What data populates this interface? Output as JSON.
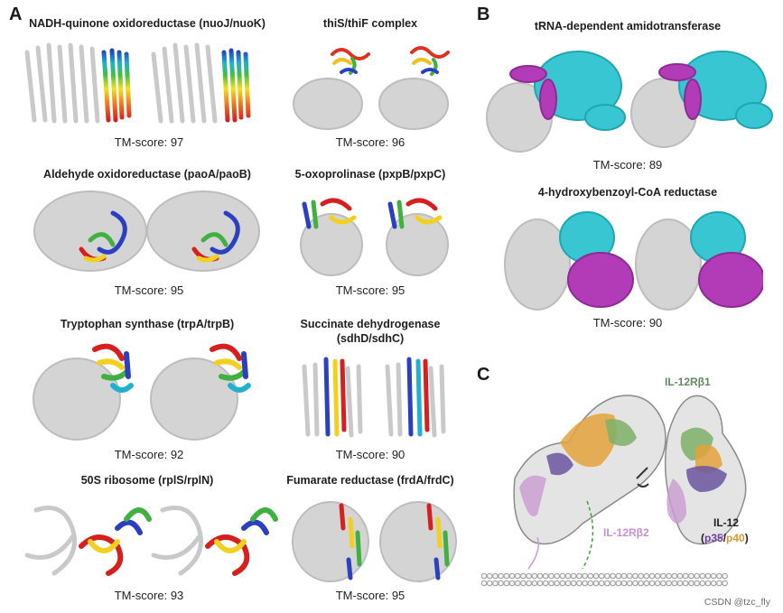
{
  "panels": {
    "a": "A",
    "b": "B",
    "c": "C"
  },
  "panel_a": {
    "items": [
      {
        "title": "NADH-quinone oxidoreductase (nuoJ/nuoK)",
        "score": "TM-score: 97"
      },
      {
        "title": "thiS/thiF complex",
        "score": "TM-score: 96"
      },
      {
        "title": "Aldehyde oxidoreductase (paoA/paoB)",
        "score": "TM-score: 95"
      },
      {
        "title": "5-oxoprolinase (pxpB/pxpC)",
        "score": "TM-score: 95"
      },
      {
        "title": "Tryptophan synthase (trpA/trpB)",
        "score": "TM-score: 92"
      },
      {
        "title": "Succinate dehydrogenase",
        "title2": "(sdhD/sdhC)",
        "score": "TM-score: 90"
      },
      {
        "title": "50S ribosome (rplS/rplN)",
        "score": "TM-score: 93"
      },
      {
        "title": "Fumarate reductase (frdA/frdC)",
        "score": "TM-score: 95"
      }
    ]
  },
  "panel_b": {
    "items": [
      {
        "title": "tRNA-dependent amidotransferase",
        "score": "TM-score: 89"
      },
      {
        "title": "4-hydroxybenzoyl-CoA reductase",
        "score": "TM-score: 90"
      }
    ]
  },
  "panel_c": {
    "il12rb1": "IL-12Rβ1",
    "il12rb2": "IL-12Rβ2",
    "il12": "IL-12",
    "paren_open": "(",
    "p35": "p35",
    "slash": "/",
    "p40": "p40",
    "paren_close": ")"
  },
  "watermark": "CSDN @tzc_fly",
  "colors": {
    "grey": "#cfcfcf",
    "cyan": "#38c6d2",
    "magenta": "#b23bb8",
    "orange": "#e3a23c",
    "green": "#7fb069",
    "purple": "#6b55a0",
    "pink": "#c89bd0",
    "rb1_label": "#5e8a5e",
    "rb2_label": "#c590d2",
    "p35_label": "#6f3e9e",
    "p40_label": "#d69a2d"
  }
}
